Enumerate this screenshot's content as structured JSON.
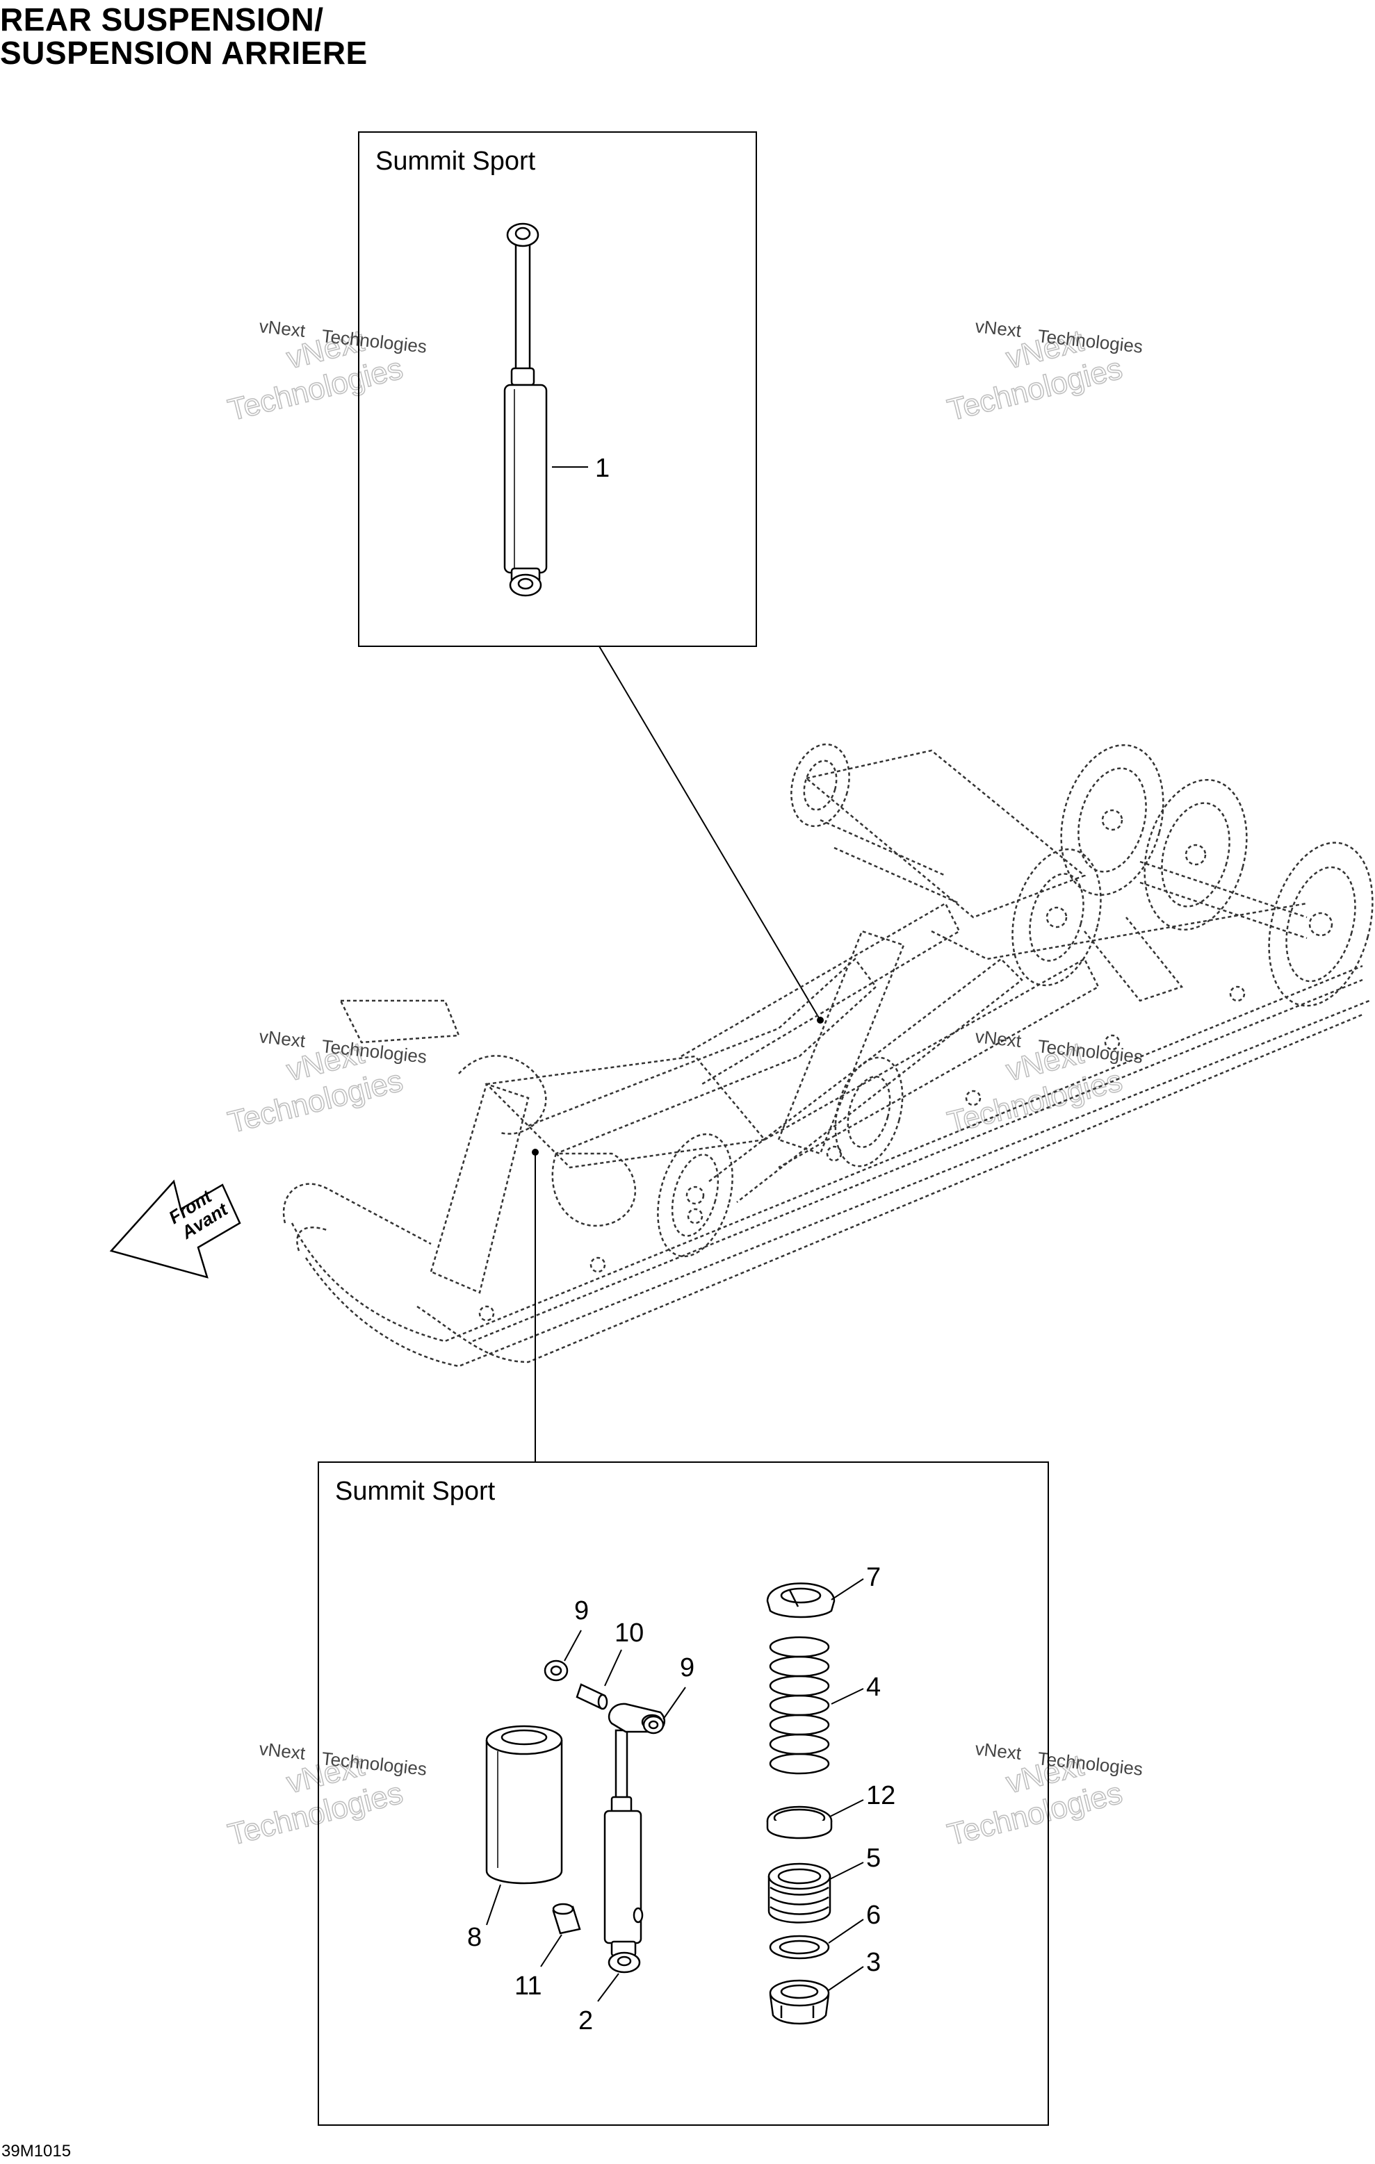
{
  "title": {
    "line1": "REAR SUSPENSION/",
    "line2": "SUSPENSION ARRIERE"
  },
  "upper_box": {
    "label": "Summit Sport"
  },
  "lower_box": {
    "label": "Summit Sport"
  },
  "front_arrow": {
    "line1": "Front",
    "line2": "Avant"
  },
  "watermark": {
    "line1": "vNext",
    "line2": "Technologies"
  },
  "callouts": [
    "1",
    "2",
    "3",
    "4",
    "5",
    "6",
    "7",
    "8",
    "9",
    "9",
    "10",
    "11",
    "12"
  ],
  "doc_code": "39M1015"
}
